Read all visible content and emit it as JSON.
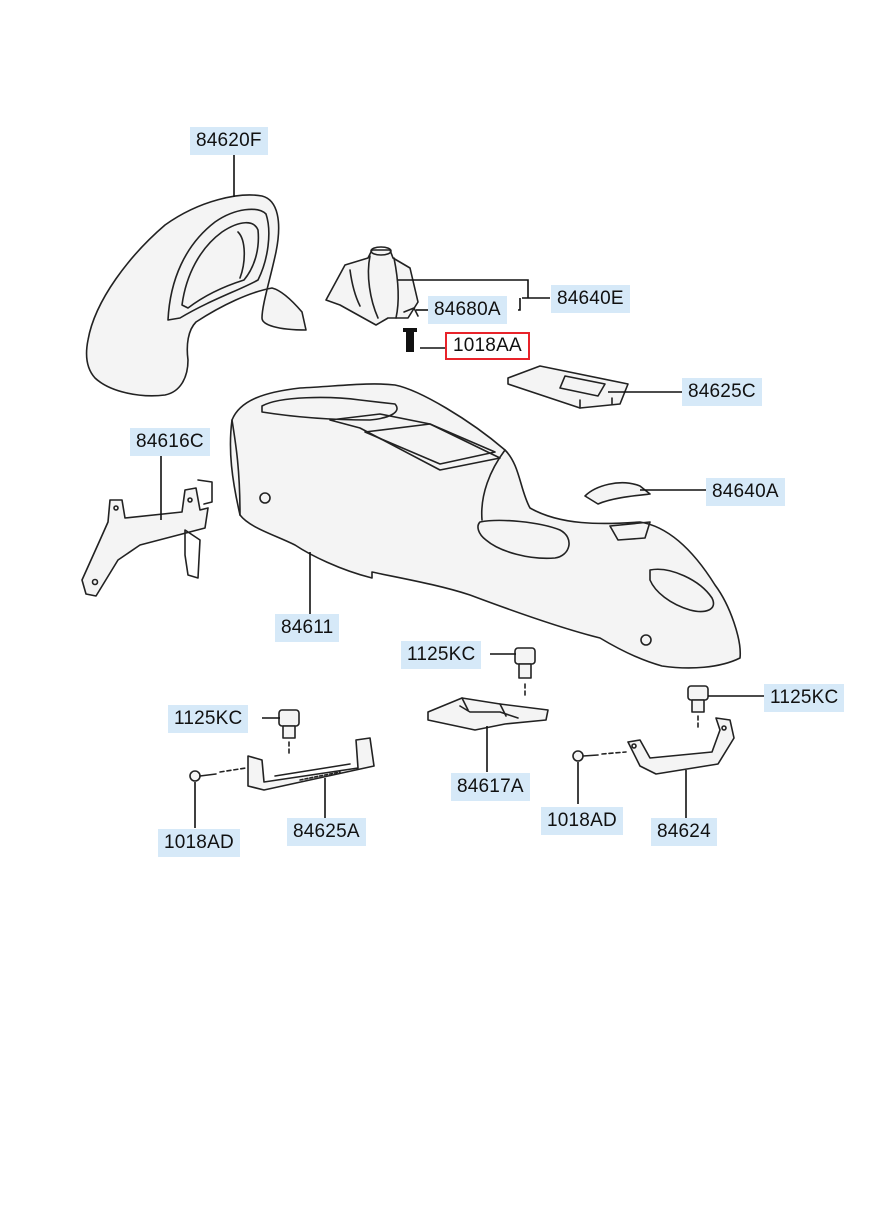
{
  "callouts": [
    {
      "id": "84620F",
      "text": "84620F",
      "highlight": false
    },
    {
      "id": "84640E",
      "text": "84640E",
      "highlight": false
    },
    {
      "id": "84680A",
      "text": "84680A",
      "highlight": false
    },
    {
      "id": "1018AA",
      "text": "1018AA",
      "highlight": true
    },
    {
      "id": "84625C",
      "text": "84625C",
      "highlight": false
    },
    {
      "id": "84616C",
      "text": "84616C",
      "highlight": false
    },
    {
      "id": "84640A",
      "text": "84640A",
      "highlight": false
    },
    {
      "id": "84611",
      "text": "84611",
      "highlight": false
    },
    {
      "id": "1125KC_center",
      "text": "1125KC",
      "highlight": false
    },
    {
      "id": "1125KC_left",
      "text": "1125KC",
      "highlight": false
    },
    {
      "id": "1125KC_right",
      "text": "1125KC",
      "highlight": false
    },
    {
      "id": "84617A",
      "text": "84617A",
      "highlight": false
    },
    {
      "id": "1018AD_left",
      "text": "1018AD",
      "highlight": false
    },
    {
      "id": "84625A",
      "text": "84625A",
      "highlight": false
    },
    {
      "id": "1018AD_right",
      "text": "1018AD",
      "highlight": false
    },
    {
      "id": "84624",
      "text": "84624",
      "highlight": false
    }
  ],
  "colors": {
    "label_background": "#d6e9f8",
    "highlight_border": "#e8232a",
    "line": "#222222"
  }
}
